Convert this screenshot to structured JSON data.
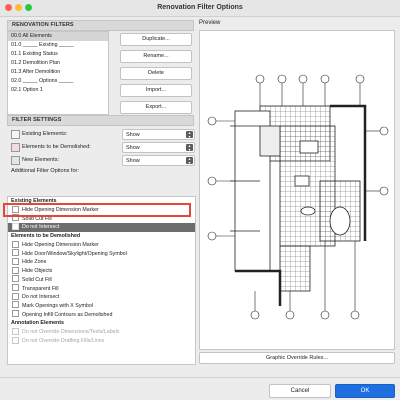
{
  "window": {
    "title": "Renovation Filter Options"
  },
  "filters": {
    "header": "RENOVATION FILTERS",
    "items": [
      "00.0 All Elements",
      "01.0 _____ Existing _____",
      "01.1 Existing Status",
      "01.2 Demolition Plan",
      "01.3 After Demolition",
      "02.0 _____ Options _____",
      "02.1 Option 1"
    ],
    "buttons": {
      "duplicate": "Duplicate...",
      "rename": "Rename...",
      "delete": "Delete",
      "import": "Import...",
      "export": "Export..."
    }
  },
  "settings": {
    "header": "FILTER SETTINGS",
    "rows": [
      {
        "label": "Existing Elements:",
        "value": "Show"
      },
      {
        "label": "Elements to be Demolished:",
        "value": "Show"
      },
      {
        "label": "New Elements:",
        "value": "Show"
      }
    ],
    "additional_label": "Additional Filter Options for:"
  },
  "options": {
    "existing_title": "Existing Elements",
    "existing": [
      "Hide Opening Dimension Marker",
      "Solid Cut Fill",
      "Do not Intersect"
    ],
    "demolished_title": "Elements to be Demolished",
    "demolished": [
      "Hide Opening Dimension Marker",
      "Hide Door/Window/Skylight/Opening Symbol",
      "Hide Zone",
      "Hide Objects",
      "Solid Cut Fill",
      "Transparent Fill",
      "Do not Intersect",
      "Mark Openings with X Symbol",
      "Opening Infill Contours as Demolished"
    ],
    "annotation_title": "Annotation Elements",
    "annotation": [
      "Do not Override Dimensions/Texts/Labels",
      "Do not Override Drafting Fills/Lines"
    ]
  },
  "preview": {
    "label": "Preview",
    "override_button": "Graphic Override Rules..."
  },
  "footer": {
    "cancel": "Cancel",
    "ok": "OK"
  },
  "colors": {
    "highlight": "#e3473a",
    "ok_button": "#1f6fe0"
  }
}
